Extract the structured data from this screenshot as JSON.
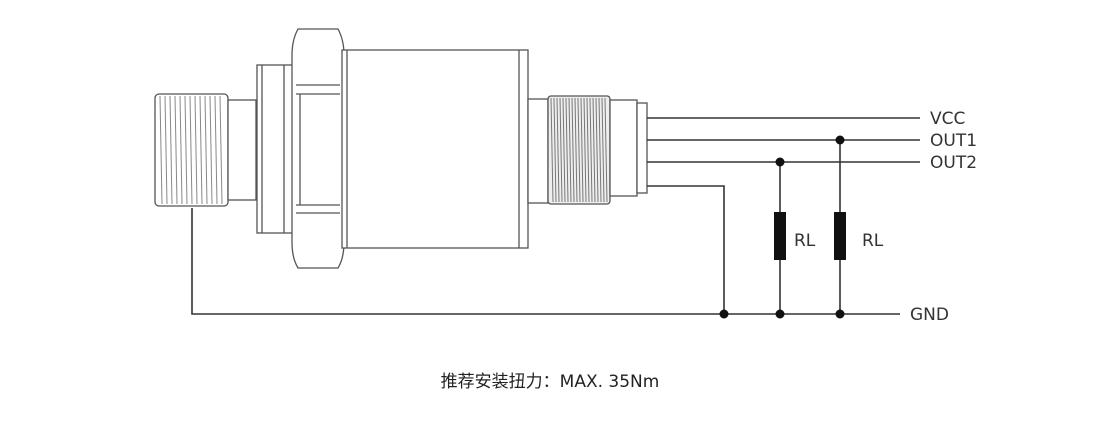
{
  "terminals": {
    "vcc": "VCC",
    "out1": "OUT1",
    "out2": "OUT2",
    "gnd": "GND"
  },
  "resistors": [
    {
      "label": "RL"
    },
    {
      "label": "RL"
    }
  ],
  "caption": "推荐安装扭力：MAX. 35Nm",
  "colors": {
    "outline": "#555555",
    "wire": "#333333",
    "resistor": "#111111"
  }
}
